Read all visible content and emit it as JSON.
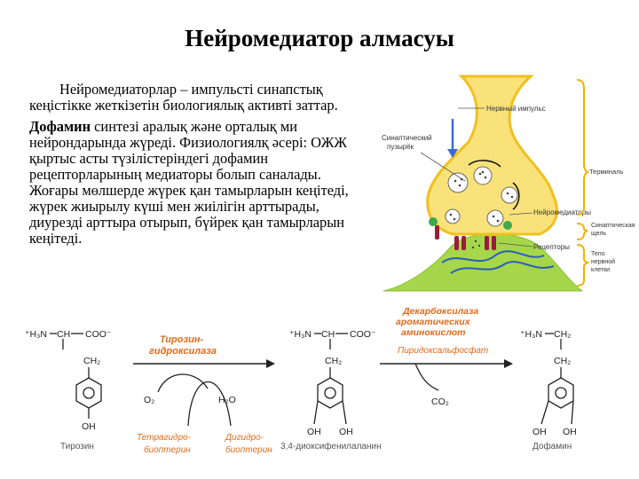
{
  "title": "Нейромедиатор алмасуы",
  "paragraph1": "Нейромедиаторлар – импульсті синапстық кеңістікке жеткізетін биологиялық активті заттар.",
  "paragraph2_bold": "Дофамин",
  "paragraph2_rest": " синтезі аралық және орталық ми нейрондарында жүреді. Физиологиялқ әсері: ОЖЖ қыртыс асты түзілістеріндегі дофамин рецепторларының медиаторы болып саналады. Жоғары мөлшерде жүрек қан тамырларын кеңітеді, жүрек жиырылу күші мен жиілігін арттырады, диурезді арттыра отырып, бүйрек қан тамырларын кеңітеді.",
  "synapse": {
    "nerve_impulse": "Нервный импульс",
    "synaptic_vesicle_1": "Синаптический",
    "synaptic_vesicle_2": "пузырёк",
    "terminal": "Терминаль",
    "neuromediators": "Нейромедиаторы",
    "synaptic_cleft_1": "Синаптическая",
    "synaptic_cleft_2": "щель",
    "receptors": "Рецепторы",
    "body_1": "Тело",
    "body_2": "нервной",
    "body_3": "клетки"
  },
  "pathway": {
    "enzyme1_1": "Тирозин-",
    "enzyme1_2": "гидроксилаза",
    "enzyme2_1": "Декарбоксилаза",
    "enzyme2_2": "ароматических",
    "enzyme2_3": "аминокислот",
    "cofactor": "Пиридоксальфосфат",
    "o2": "O₂",
    "h2o": "H₂O",
    "co2": "CO₂",
    "cof1_1": "Тетрагидро-",
    "cof1_2": "биоптерин",
    "cof2_1": "Дигидро-",
    "cof2_2": "биоптерин",
    "compound1": "Тирозин",
    "compound2": "3,4-диоксифенилаланин",
    "compound3": "Дофамин",
    "nh3": "⁺H₃N",
    "ch": "CH",
    "coo": "COO⁻",
    "ch2": "CH₂",
    "oh": "OH"
  },
  "colors": {
    "terminal_fill": "#f9e27a",
    "terminal_edge": "#f0c020",
    "cell_fill": "#a6d64a",
    "arrow_orange": "#e06a1a",
    "bracket": "#f5b000",
    "receptor": "#9b1b3a",
    "nerve_arrow": "#3a6bd0"
  }
}
